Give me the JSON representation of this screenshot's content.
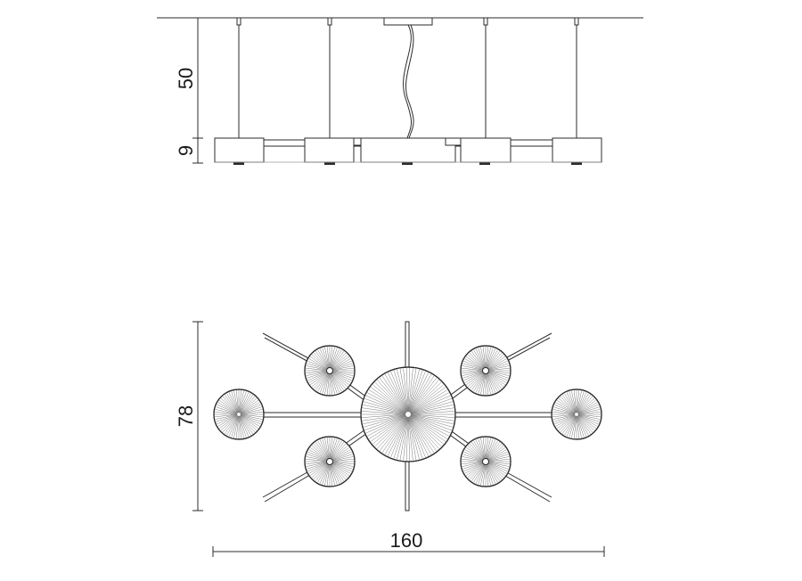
{
  "dimensions": {
    "suspension_height": "50",
    "shade_height": "9",
    "depth": "78",
    "width": "160"
  },
  "colors": {
    "line": "#2b2b2b",
    "hatch": "#6a6a6a",
    "background": "#ffffff"
  }
}
